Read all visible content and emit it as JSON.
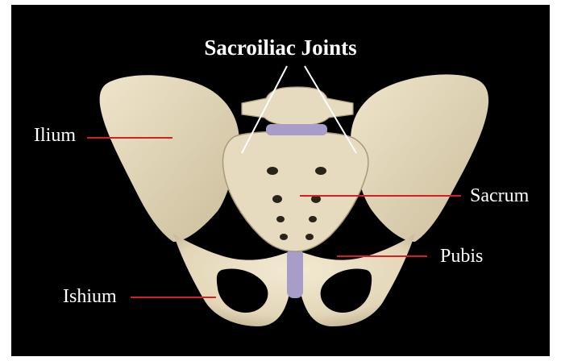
{
  "title": "Sacroiliac Joints",
  "labels": {
    "ilium": "Ilium",
    "sacrum": "Sacrum",
    "pubis": "Pubis",
    "ishium": "Ishium"
  },
  "colors": {
    "background": "#000000",
    "bone": "#e8ddc2",
    "bone_shadow": "#b8aa8a",
    "cartilage": "#a89cc8",
    "pointer": "#d42020",
    "title_pointer": "#ffffff",
    "text": "#ffffff"
  }
}
